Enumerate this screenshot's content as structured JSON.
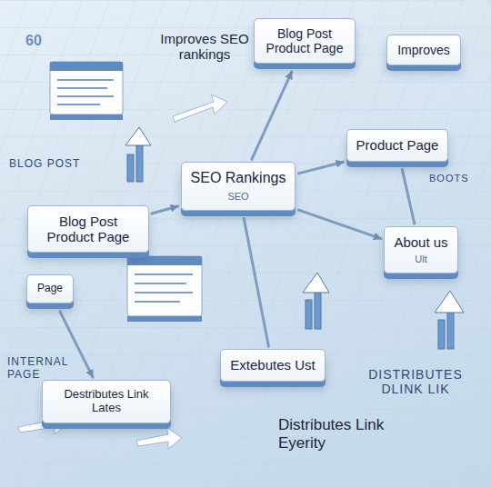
{
  "diagram": {
    "nodes": [
      {
        "text": [
          "Blog Post Product Page"
        ]
      },
      {
        "text": [
          "Improves"
        ]
      },
      {
        "text": [
          "SEO Rankings",
          "SEO"
        ]
      },
      {
        "text": [
          "Product Page"
        ]
      },
      {
        "text": [
          "Blog Post Product Page"
        ]
      },
      {
        "text": [
          "About us",
          "Ult"
        ]
      },
      {
        "text": [
          "Page"
        ]
      },
      {
        "text": [
          "Extebutes Ust"
        ]
      },
      {
        "text": [
          "Destributes Link Lates"
        ]
      }
    ],
    "edges": [
      {
        "from": 4,
        "to": 2,
        "arrow": "to"
      },
      {
        "from": 2,
        "to": 3,
        "arrow": "to"
      },
      {
        "from": 2,
        "to": 0,
        "arrow": "to"
      },
      {
        "from": 3,
        "to": 5,
        "arrow": "none"
      },
      {
        "from": 2,
        "to": 5,
        "arrow": "to"
      },
      {
        "from": 7,
        "to": 2,
        "arrow": "none"
      },
      {
        "from": 6,
        "to": 8,
        "arrow": "to"
      }
    ],
    "labels": [
      "60",
      "Improves SEO rankings",
      "BLOG POST",
      "BOOTS",
      "INTERNAL PAGE",
      "DISTRIBUTES DLINK LIK",
      "Distributes Link Eyerity"
    ]
  }
}
